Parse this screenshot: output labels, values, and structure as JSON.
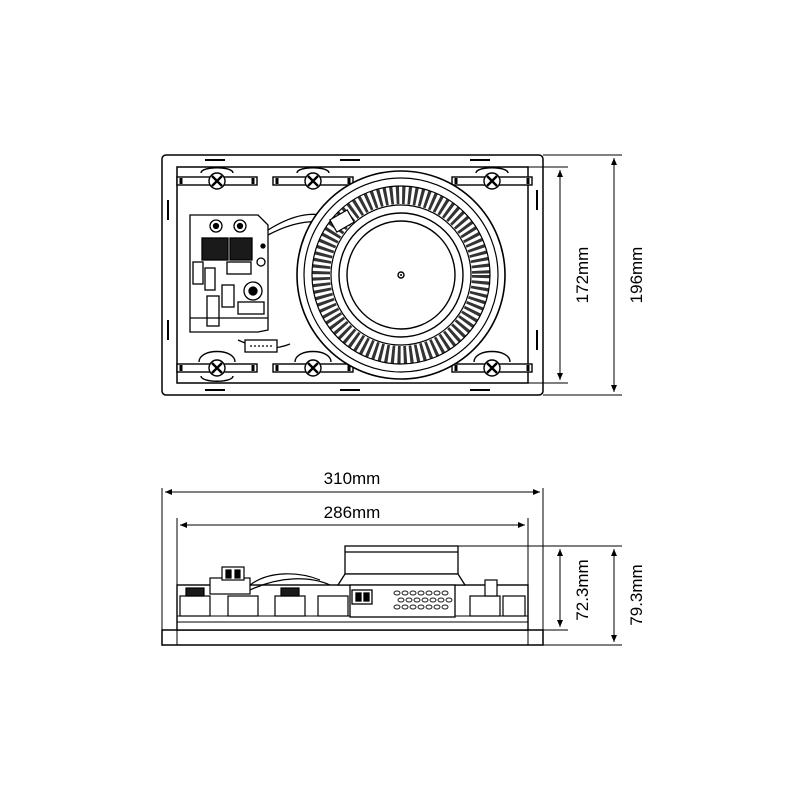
{
  "drawing": {
    "front_view": {
      "height_inner": "172mm",
      "height_outer": "196mm"
    },
    "side_view": {
      "width_outer": "310mm",
      "width_inner": "286mm",
      "depth_inner": "72.3mm",
      "depth_outer": "79.3mm"
    }
  },
  "colors": {
    "line": "#000000",
    "background": "#ffffff",
    "fill_dark": "#1a1a1a",
    "fill_grey": "#888888"
  }
}
